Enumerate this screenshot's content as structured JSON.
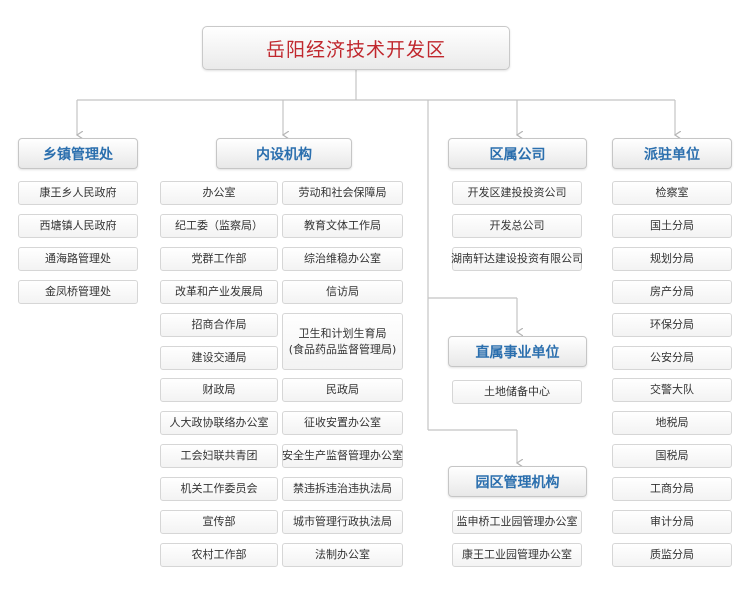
{
  "title": "岳阳经济技术开发区",
  "categories": {
    "towns": "乡镇管理处",
    "internal": "内设机构",
    "companies": "区属公司",
    "stationed": "派驻单位",
    "direct": "直属事业单位",
    "park": "园区管理机构"
  },
  "towns": [
    "康王乡人民政府",
    "西塘镇人民政府",
    "通海路管理处",
    "金凤桥管理处"
  ],
  "internal_left": [
    "办公室",
    "纪工委（监察局）",
    "党群工作部",
    "改革和产业发展局",
    "招商合作局",
    "建设交通局",
    "财政局",
    "人大政协联络办公室",
    "工会妇联共青团",
    "机关工作委员会",
    "宣传部",
    "农村工作部"
  ],
  "internal_right": [
    "劳动和社会保障局",
    "教育文体工作局",
    "综治维稳办公室",
    "信访局",
    "卫生和计划生育局",
    "(食品药品监督管理局)",
    "民政局",
    "征收安置办公室",
    "安全生产监督管理办公室",
    "禁违拆违治违执法局",
    "城市管理行政执法局",
    "法制办公室"
  ],
  "companies": [
    "开发区建投投资公司",
    "开发总公司",
    "湖南轩达建设投资有限公司"
  ],
  "direct": [
    "土地储备中心"
  ],
  "park": [
    "监申桥工业园管理办公室",
    "康王工业园管理办公室"
  ],
  "stationed": [
    "检察室",
    "国土分局",
    "规划分局",
    "房产分局",
    "环保分局",
    "公安分局",
    "交警大队",
    "地税局",
    "国税局",
    "工商分局",
    "审计分局",
    "质监分局"
  ]
}
